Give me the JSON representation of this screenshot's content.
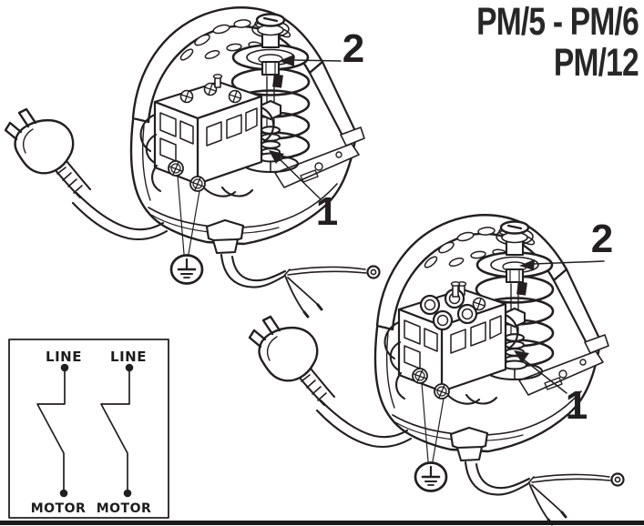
{
  "title": {
    "line1": "PM/5 - PM/6",
    "line2": "PM/12"
  },
  "figures": {
    "top_switch": {
      "callout_spring": "2",
      "callout_adjuster": "1"
    },
    "bottom_switch": {
      "callout_spring": "2",
      "callout_adjuster": "1"
    }
  },
  "wiring_diagram": {
    "columns": [
      {
        "top_label": "LINE",
        "bottom_label": "MOTOR"
      },
      {
        "top_label": "LINE",
        "bottom_label": "MOTOR"
      }
    ]
  },
  "icons": {
    "ground": "earth-ground-icon",
    "plug": "power-plug",
    "ring_terminal": "ring-terminal"
  },
  "colors": {
    "ink": "#231f20",
    "background": "#ffffff",
    "bottom_rule": "#1a1a1a"
  }
}
